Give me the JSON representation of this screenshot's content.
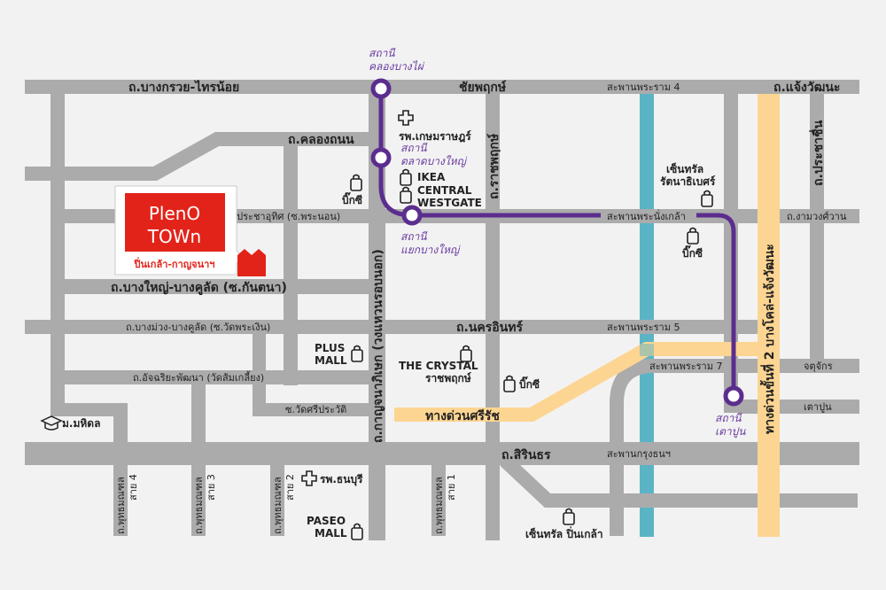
{
  "colors": {
    "background": "#f2f2f2",
    "road": "#ababab",
    "river": "#5bb4c6",
    "expressway": "#fdd592",
    "mrt_line": "#5b2d8e",
    "brand": "#e2231a"
  },
  "brand": {
    "logo_line1": "PlenO",
    "logo_line2": "TOWn",
    "subtitle": "ปิ่นเกล้า-กาญจนาฯ"
  },
  "roads": {
    "bangkruai": "ถ.บางกรวย-ไทรน้อย",
    "chaiyaphruek": "ชัยพฤกษ์",
    "rama4_bridge": "สะพานพระราม 4",
    "chaengwattana": "ถ.แจ้งวัฒนะ",
    "khlong_thanon": "ถ.คลองถนน",
    "prachauthit": "ถ.ประชาอุทิศ (ซ.พระนอน)",
    "nangklao_bridge": "สะพานพระนั่งเกล้า",
    "ngamwongwan": "ถ.งามวงศ์วาน",
    "bangyai_bangkulat": "ถ.บางใหญ่-บางคูลัด (ซ.กันตนา)",
    "bangmuang": "ถ.บางม่วง-บางคูลัด (ซ.วัดพระเงิน)",
    "nakhon_in": "ถ.นครอินทร์",
    "rama5_bridge": "สะพานพระราม 5",
    "atchariya": "ถ.อัจฉริยะพัฒนา (วัดส้มเกลี้ยง)",
    "wat_si_prawat": "ซ.วัดศรีประวัติ",
    "rama7_bridge": "สะพานพระราม 7",
    "chatuchak": "จตุจักร",
    "tao_poon": "เตาปูน",
    "sirindhorn": "ถ.สิรินธร",
    "krung_thon_bridge": "สะพานกรุงธนฯ",
    "si_rat": "ทางด่วนศรีรัช",
    "kanchanaphisek": "ถ.กาญจนาภิเษก (วงแหวนรอบนอก)",
    "ratchaphruek": "ถ.ราชพฤกษ์",
    "prachachuen": "ถ.ประชาชื่น",
    "expressway2": "ทางด่วนขั้นที่ 2 บางโคล่-แจ้งวัฒนะ",
    "phutthamonthon4_a": "ถ.พุทธมณฑล",
    "phutthamonthon4_b": "สาย 4",
    "phutthamonthon3_a": "ถ.พุทธมณฑล",
    "phutthamonthon3_b": "สาย 3",
    "phutthamonthon2_a": "ถ.พุทธมณฑล",
    "phutthamonthon2_b": "สาย 2",
    "phutthamonthon1_a": "ถ.พุทธมณฑล",
    "phutthamonthon1_b": "สาย 1"
  },
  "stations": [
    {
      "l1": "สถานี",
      "l2": "คลองบางไผ่"
    },
    {
      "l1": "สถานี",
      "l2": "ตลาดบางใหญ่"
    },
    {
      "l1": "สถานี",
      "l2": "แยกบางใหญ่"
    },
    {
      "l1": "สถานี",
      "l2": "เตาปูน"
    }
  ],
  "places": {
    "kasemrad": "รพ.เกษมราษฎร์",
    "ikea": "IKEA",
    "central_westgate_1": "CENTRAL",
    "central_westgate_2": "WESTGATE",
    "bigc_1": "บิ๊กซี",
    "bigc_2": "บิ๊กซี",
    "bigc_3": "บิ๊กซี",
    "central_rattanathibet_1": "เซ็นทรัล",
    "central_rattanathibet_2": "รัตนาธิเบศร์",
    "plus_mall_1": "PLUS",
    "plus_mall_2": "MALL",
    "crystal_1": "THE CRYSTAL",
    "crystal_2": "ราชพฤกษ์",
    "mahidol": "ม.มหิดล",
    "thonburi_hospital": "รพ.ธนบุรี",
    "paseo_1": "PASEO",
    "paseo_2": "MALL",
    "central_pinklao": "เซ็นทรัล ปิ่นเกล้า"
  }
}
